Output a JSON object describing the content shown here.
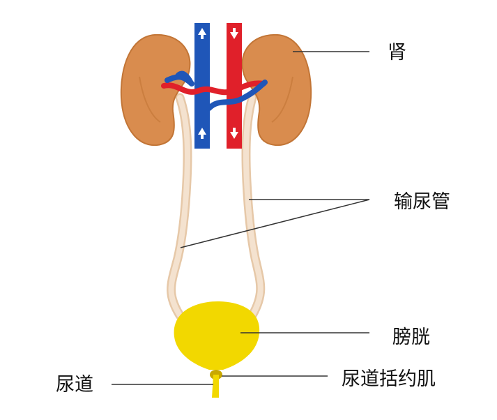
{
  "labels": {
    "kidney": "肾",
    "ureter": "输尿管",
    "bladder": "膀胱",
    "urethra": "尿道",
    "sphincter": "尿道括约肌"
  },
  "colors": {
    "kidney": "#d98c4e",
    "artery": "#e0202a",
    "vein": "#1f56b8",
    "ureter": "#f2dcc4",
    "bladder": "#f2d800",
    "leader": "#333333"
  },
  "icons": [
    "arrow-up-icon",
    "arrow-down-icon"
  ]
}
